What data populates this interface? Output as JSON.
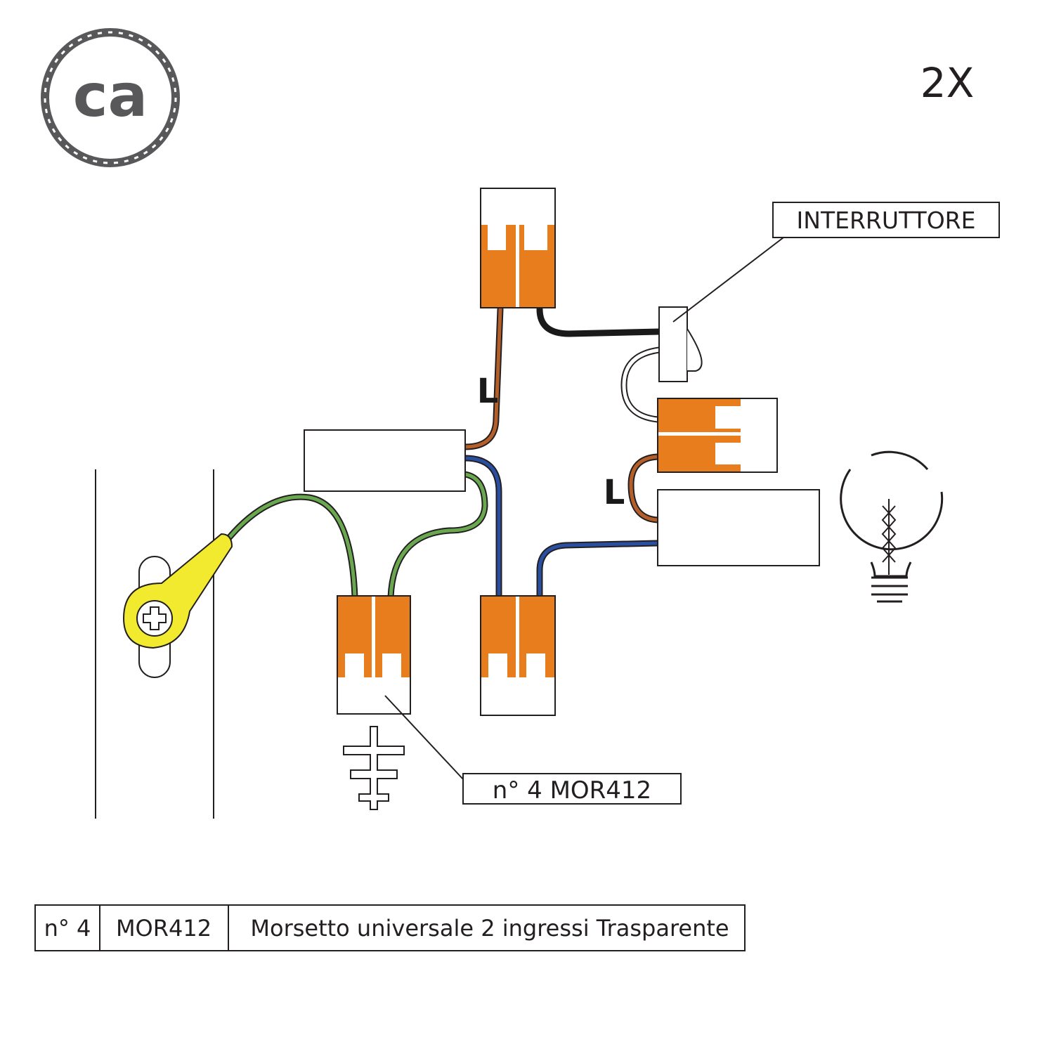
{
  "logo": {
    "text": "ca"
  },
  "multiplier": "2X",
  "labels": {
    "switch": "INTERRUTTORE",
    "connectors": "n° 4 MOR412",
    "live_top": "L",
    "live_right": "L"
  },
  "parts_table": {
    "rows": [
      {
        "qty": "n° 4",
        "code": "MOR412",
        "description": "Morsetto universale 2 ingressi Trasparente"
      }
    ]
  },
  "colors": {
    "connector_orange": "#e87d1e",
    "wire_brown": "#b45f2a",
    "wire_blue": "#2a4fa0",
    "wire_green": "#6aa84f",
    "wire_black": "#1a1a1a",
    "eyelet_yellow": "#f2ea2e",
    "logo_grey": "#58585a"
  }
}
